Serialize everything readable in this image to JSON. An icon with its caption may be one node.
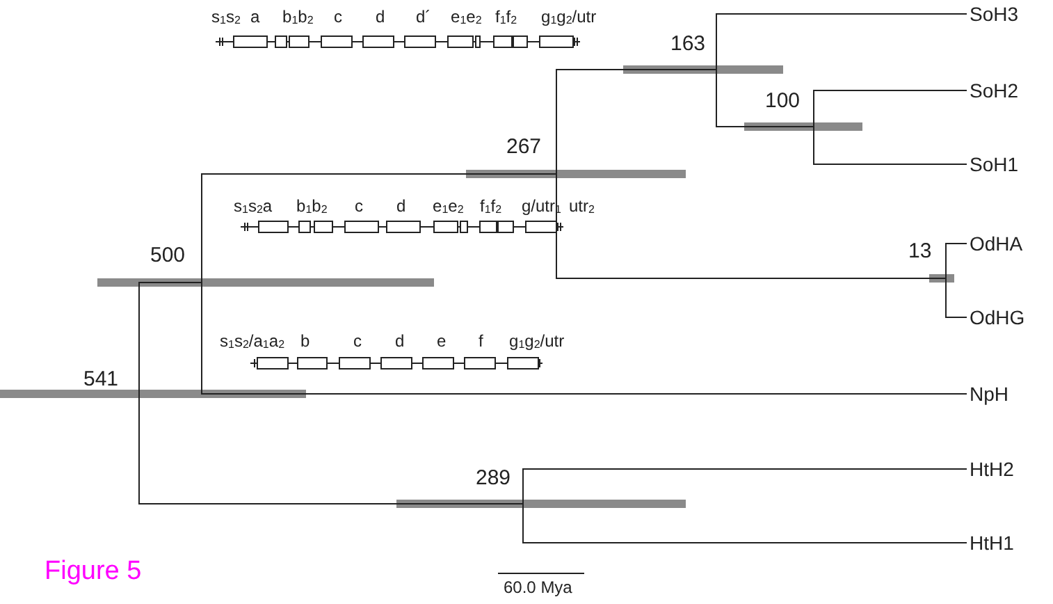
{
  "diagram": {
    "caption": "Figure 5",
    "nodes": [
      {
        "text": [
          "541"
        ]
      },
      {
        "text": [
          "500"
        ]
      },
      {
        "text": [
          "267"
        ]
      },
      {
        "text": [
          "163"
        ]
      },
      {
        "text": [
          "SoH3"
        ]
      },
      {
        "text": [
          "100"
        ]
      },
      {
        "text": [
          "SoH2"
        ]
      },
      {
        "text": [
          "SoH1"
        ]
      },
      {
        "text": [
          "13"
        ]
      },
      {
        "text": [
          "OdHA"
        ]
      },
      {
        "text": [
          "OdHG"
        ]
      },
      {
        "text": [
          "NpH"
        ]
      },
      {
        "text": [
          "289"
        ]
      },
      {
        "text": [
          "HtH2"
        ]
      },
      {
        "text": [
          "HtH1"
        ]
      }
    ],
    "edges": [
      {
        "from": 0,
        "to": 1,
        "arrow": "none"
      },
      {
        "from": 0,
        "to": 12,
        "arrow": "none"
      },
      {
        "from": 1,
        "to": 2,
        "arrow": "none"
      },
      {
        "from": 1,
        "to": 11,
        "arrow": "none"
      },
      {
        "from": 2,
        "to": 3,
        "arrow": "none"
      },
      {
        "from": 2,
        "to": 8,
        "arrow": "none"
      },
      {
        "from": 3,
        "to": 4,
        "arrow": "none"
      },
      {
        "from": 3,
        "to": 5,
        "arrow": "none"
      },
      {
        "from": 5,
        "to": 6,
        "arrow": "none"
      },
      {
        "from": 5,
        "to": 7,
        "arrow": "none"
      },
      {
        "from": 8,
        "to": 9,
        "arrow": "none"
      },
      {
        "from": 8,
        "to": 10,
        "arrow": "none"
      },
      {
        "from": 12,
        "to": 13,
        "arrow": "none"
      },
      {
        "from": 12,
        "to": 14,
        "arrow": "none"
      }
    ],
    "labels": [
      "s$_{1}$s$_{2}$",
      "a",
      "b$_{1}$b$_{2}$",
      "c",
      "d",
      "d´",
      "e$_{1}$e$_{2}$",
      "f$_{1}$f$_{2}$",
      "g$_{1}$g$_{2}$/utr",
      "s$_{1}$s$_{2}$a",
      "b$_{1}$b$_{2}$",
      "c",
      "d",
      "e$_{1}$e$_{2}$",
      "f$_{1}$f$_{2}$",
      "g/utr$_{1}$",
      "utr$_{2}$",
      "s$_{1}$s$_{2}$/a$_{1}$a$_{2}$",
      "b",
      "c",
      "d",
      "e",
      "f",
      "g$_{1}$g$_{2}$/utr",
      "60.0 Mya"
    ]
  }
}
